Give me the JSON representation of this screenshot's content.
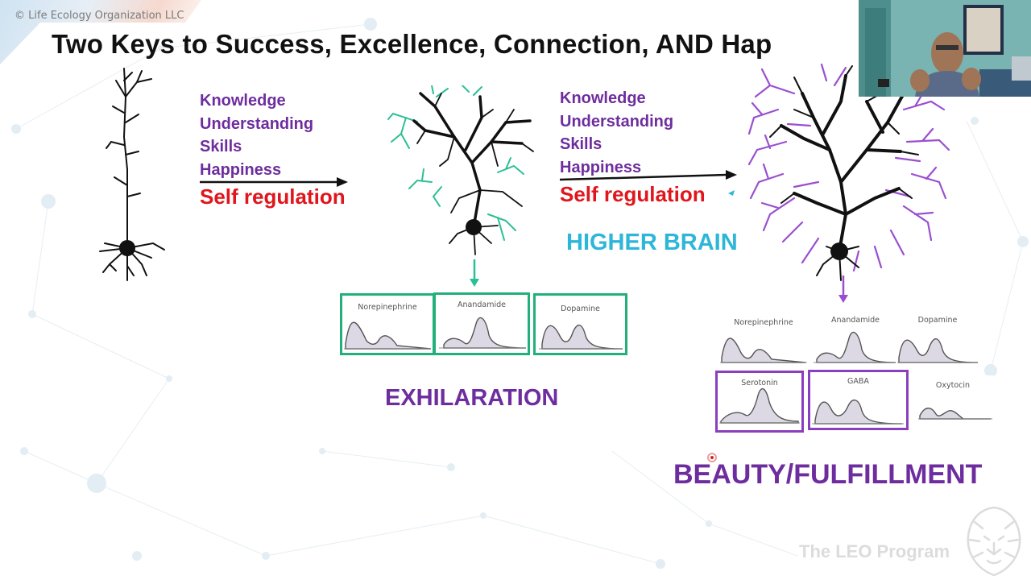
{
  "slide": {
    "copyright": "© Life Ecology Organization LLC",
    "title": "Two Keys to Success, Excellence, Connection, AND Hap",
    "list_left": [
      "Knowledge",
      "Understanding",
      "Skills",
      "Happiness"
    ],
    "self_regulation_left": "Self regulation",
    "list_right": [
      "Knowledge",
      "Understanding",
      "Skills",
      "Happiness"
    ],
    "self_regulation_right": "Self regulation",
    "higher_brain": "HIGHER BRAIN",
    "exhilaration": "EXHILARATION",
    "beauty": "BEAUTY/FULFILLMENT",
    "middle_charts": [
      {
        "label": "Norepinephrine",
        "highlight": "green"
      },
      {
        "label": "Anandamide",
        "highlight": "green"
      },
      {
        "label": "Dopamine",
        "highlight": "green"
      }
    ],
    "right_charts": [
      {
        "label": "Norepinephrine",
        "highlight": "none"
      },
      {
        "label": "Anandamide",
        "highlight": "none"
      },
      {
        "label": "Dopamine",
        "highlight": "none"
      },
      {
        "label": "Serotonin",
        "highlight": "violet"
      },
      {
        "label": "GABA",
        "highlight": "violet"
      },
      {
        "label": "Oxytocin",
        "highlight": "none"
      }
    ],
    "brand": "The LEO Program",
    "colors": {
      "title": "#111111",
      "list_purple": "#6e2d9e",
      "self_regulation_red": "#e0161c",
      "teal": "#2eb6d9",
      "green_dendrite": "#2bbf95",
      "purple_dendrite": "#9a4fd0",
      "card_green": "#22b07a",
      "card_violet": "#8a3fbf"
    },
    "icons": [
      "neuron-icon",
      "lion-logo-icon",
      "cursor-icon",
      "arrow-right-icon",
      "arrow-down-icon"
    ]
  }
}
